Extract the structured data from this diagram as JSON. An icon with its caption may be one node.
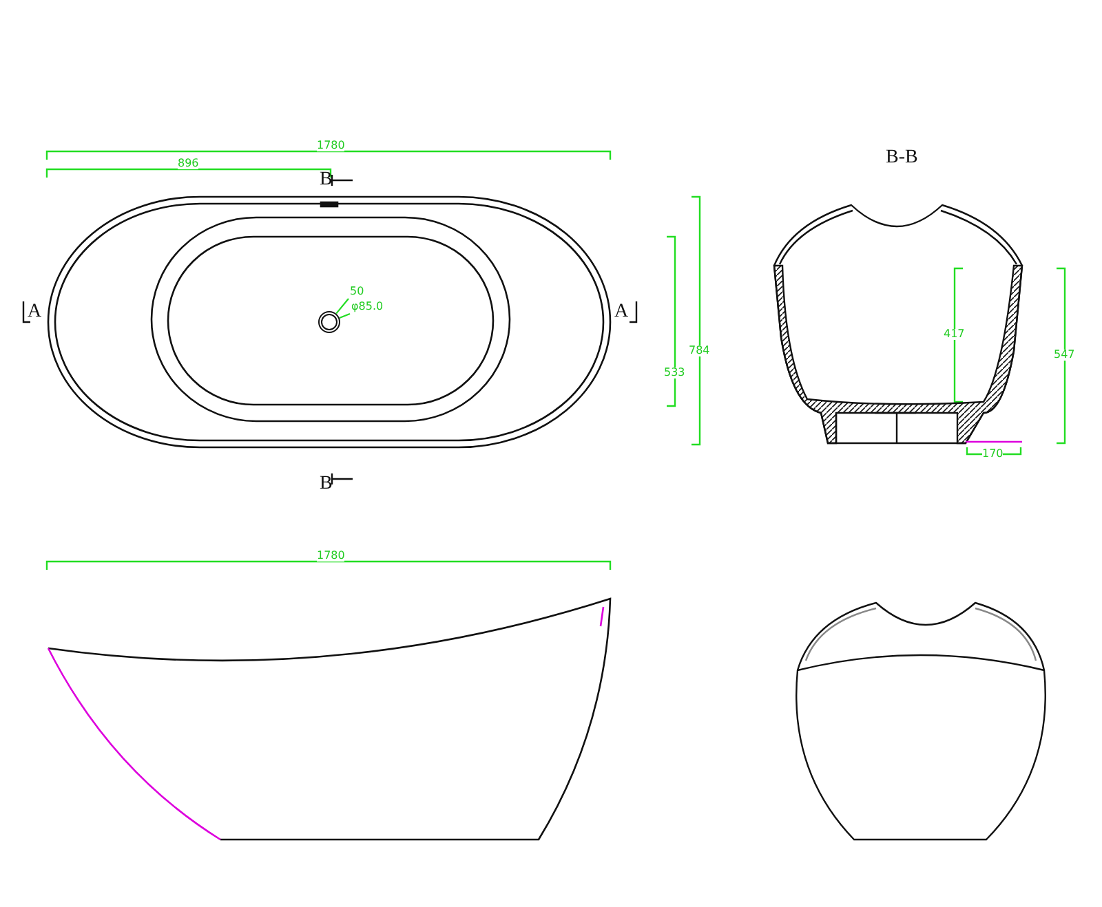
{
  "diagram": {
    "nodes": [
      {
        "text": [],
        "shape": "circle"
      },
      {
        "text": [
          "50"
        ]
      },
      {
        "text": [
          "φ85.0"
        ]
      }
    ],
    "edges": [
      {
        "from": 1,
        "to": 0,
        "arrow": "none"
      },
      {
        "from": 2,
        "to": 0,
        "arrow": "none"
      }
    ],
    "labels": [
      "1780",
      "896",
      "B",
      "B-B",
      "A",
      "A",
      "784",
      "533",
      "417",
      "547",
      "170",
      "B",
      "1780"
    ]
  }
}
